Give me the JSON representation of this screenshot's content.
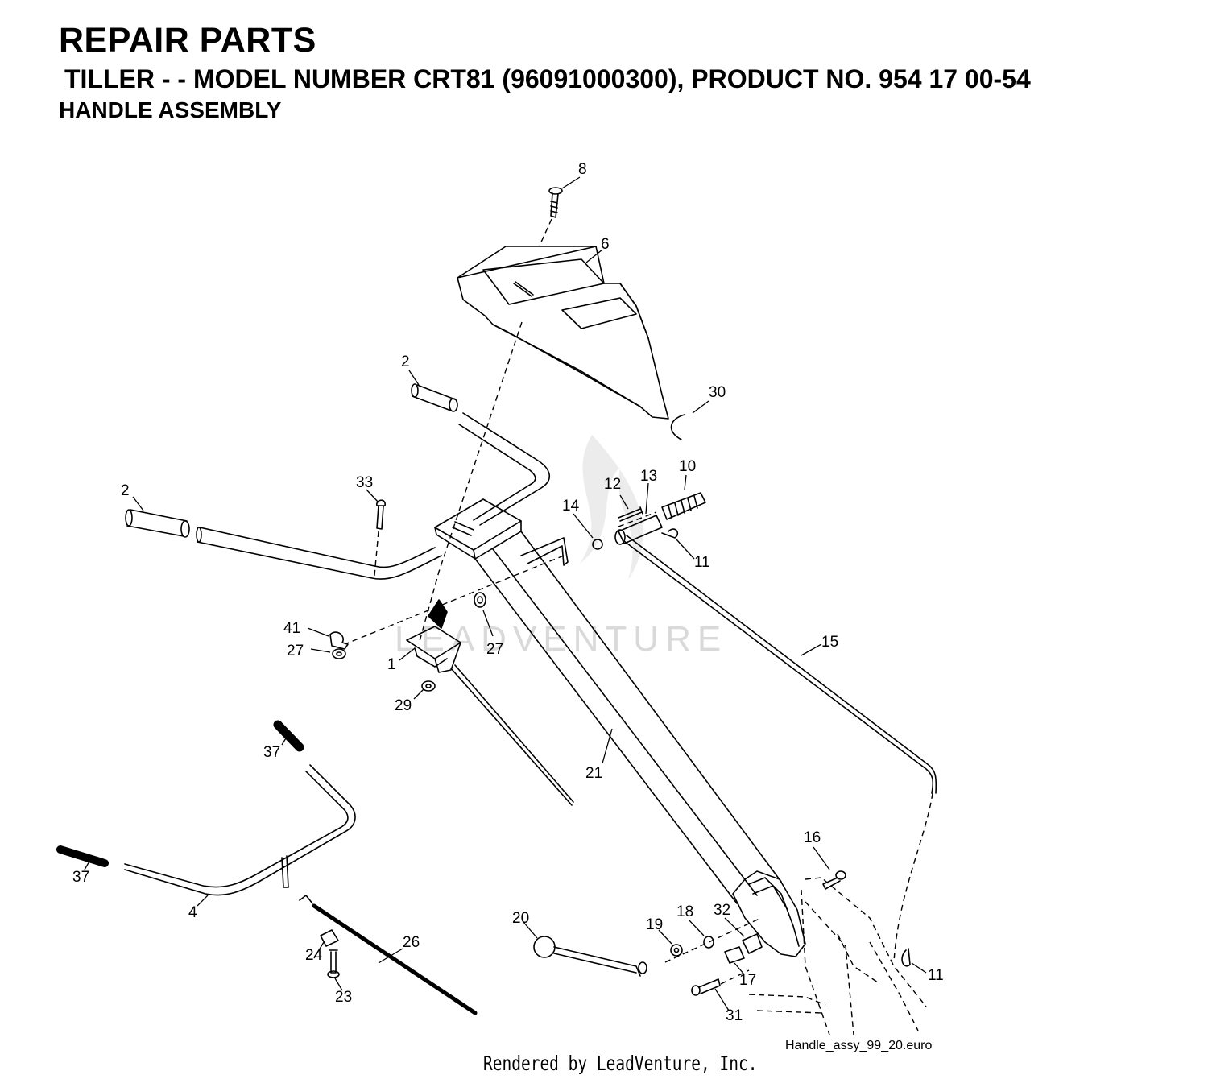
{
  "header": {
    "title": "REPAIR PARTS",
    "subtitle": "TILLER - - MODEL NUMBER CRT81 (96091000300), PRODUCT NO. 954 17 00-54",
    "section": "HANDLE ASSEMBLY"
  },
  "watermark": "LEADVENTURE",
  "callouts": [
    {
      "id": "c8",
      "label": "8"
    },
    {
      "id": "c6",
      "label": "6"
    },
    {
      "id": "c2a",
      "label": "2"
    },
    {
      "id": "c30",
      "label": "30"
    },
    {
      "id": "c2b",
      "label": "2"
    },
    {
      "id": "c33",
      "label": "33"
    },
    {
      "id": "c10",
      "label": "10"
    },
    {
      "id": "c12",
      "label": "12"
    },
    {
      "id": "c13",
      "label": "13"
    },
    {
      "id": "c14",
      "label": "14"
    },
    {
      "id": "c11a",
      "label": "11"
    },
    {
      "id": "c41",
      "label": "41"
    },
    {
      "id": "c27a",
      "label": "27"
    },
    {
      "id": "c27b",
      "label": "27"
    },
    {
      "id": "c1",
      "label": "1"
    },
    {
      "id": "c15",
      "label": "15"
    },
    {
      "id": "c29",
      "label": "29"
    },
    {
      "id": "c37a",
      "label": "37"
    },
    {
      "id": "c21",
      "label": "21"
    },
    {
      "id": "c37b",
      "label": "37"
    },
    {
      "id": "c4",
      "label": "4"
    },
    {
      "id": "c16",
      "label": "16"
    },
    {
      "id": "c20",
      "label": "20"
    },
    {
      "id": "c19",
      "label": "19"
    },
    {
      "id": "c18",
      "label": "18"
    },
    {
      "id": "c32",
      "label": "32"
    },
    {
      "id": "c26",
      "label": "26"
    },
    {
      "id": "c24",
      "label": "24"
    },
    {
      "id": "c17",
      "label": "17"
    },
    {
      "id": "c11b",
      "label": "11"
    },
    {
      "id": "c23",
      "label": "23"
    },
    {
      "id": "c31",
      "label": "31"
    }
  ],
  "filename": "Handle_assy_99_20.euro",
  "footer": "Rendered by LeadVenture, Inc."
}
